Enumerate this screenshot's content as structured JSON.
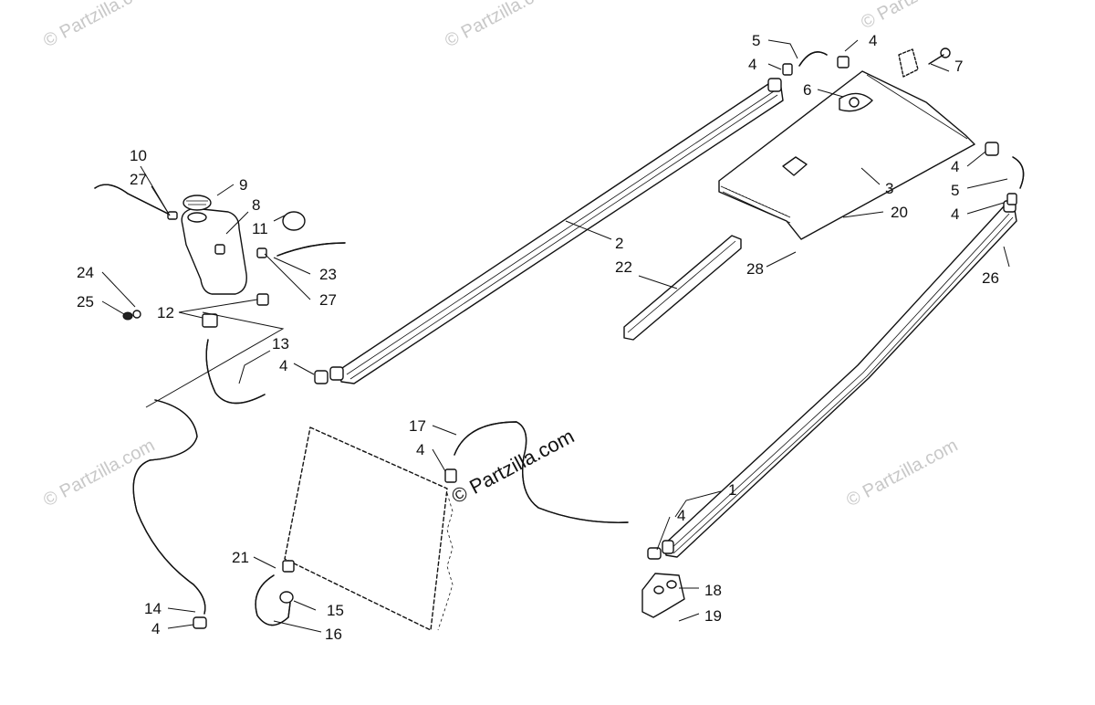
{
  "watermarks": {
    "corner": "© Partzilla.com",
    "center": "© Partzilla.com"
  },
  "callouts": {
    "c1": "1",
    "c2": "2",
    "c3": "3",
    "c4a": "4",
    "c4b": "4",
    "c4c": "4",
    "c4d": "4",
    "c4e": "4",
    "c4f": "4",
    "c4g": "4",
    "c4h": "4",
    "c5a": "5",
    "c5b": "5",
    "c6": "6",
    "c7": "7",
    "c8": "8",
    "c9": "9",
    "c10": "10",
    "c11": "11",
    "c12": "12",
    "c13": "13",
    "c14": "14",
    "c15": "15",
    "c16": "16",
    "c17": "17",
    "c18": "18",
    "c19": "19",
    "c20": "20",
    "c21": "21",
    "c22": "22",
    "c23": "23",
    "c24": "24",
    "c25": "25",
    "c26": "26",
    "c27a": "27",
    "c27b": "27",
    "c28": "28"
  }
}
